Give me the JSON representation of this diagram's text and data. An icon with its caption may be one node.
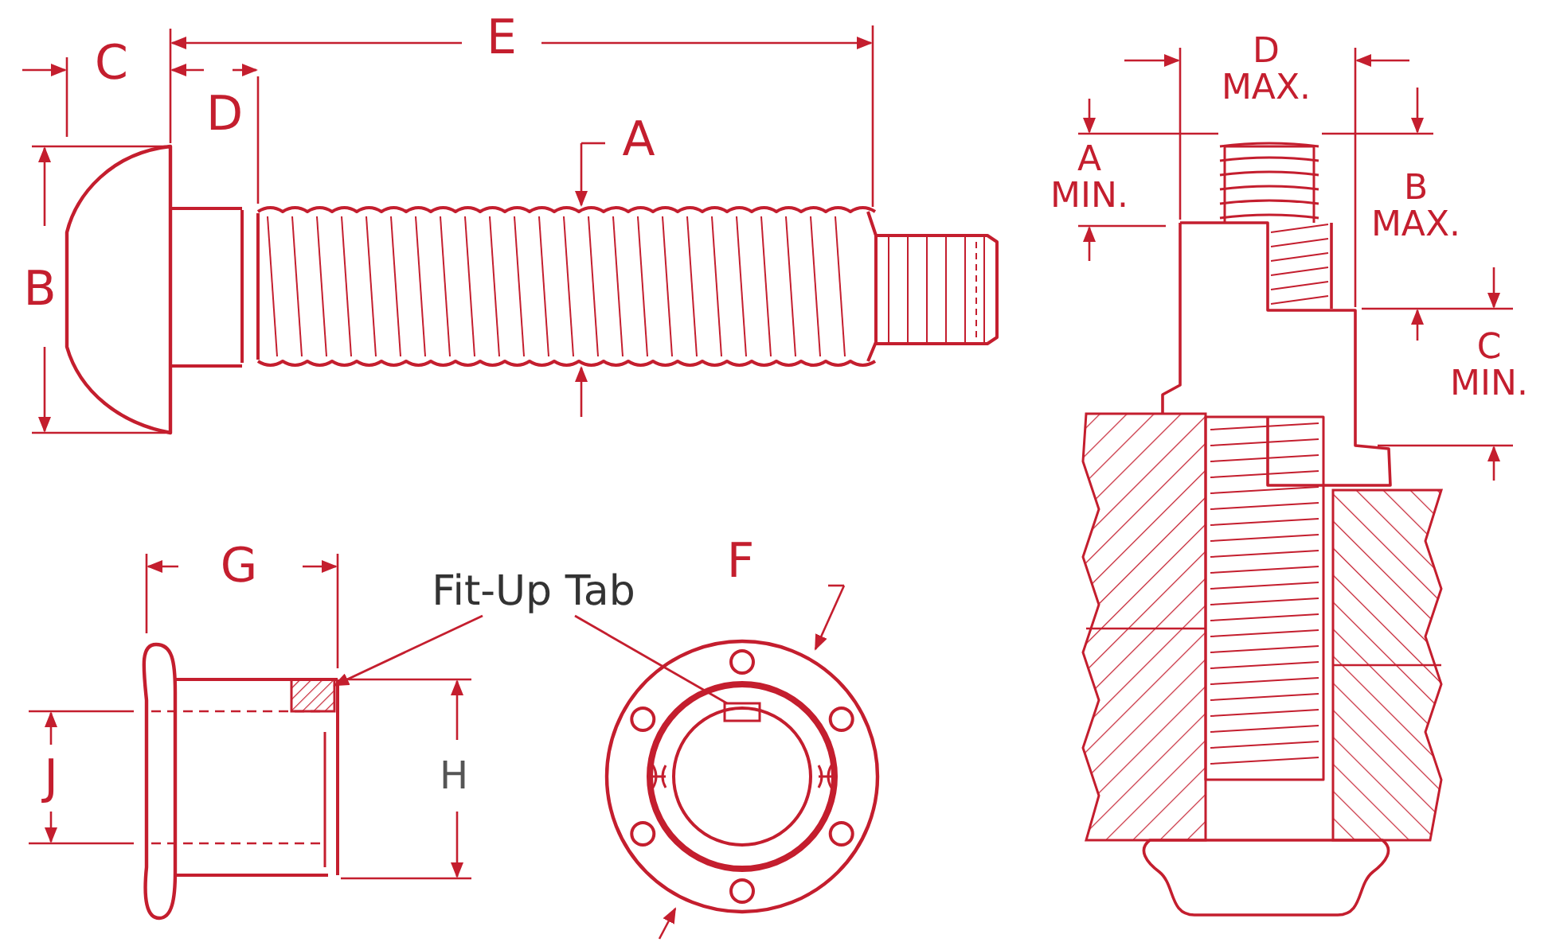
{
  "diagram": {
    "nodes": [
      {
        "text": [
          "Fit-Up Tab"
        ]
      },
      {
        "text": [],
        "shape": "box"
      },
      {
        "text": [],
        "shape": "box"
      }
    ],
    "edges": [
      {
        "from": 0,
        "to": 1,
        "arrow": "to"
      },
      {
        "from": 0,
        "to": 2,
        "arrow": "none"
      }
    ],
    "labels": [
      "C",
      "E",
      "D",
      "A",
      "B",
      "D MAX.",
      "A MIN.",
      "B MAX.",
      "C MIN.",
      "G",
      "F",
      "J",
      "H"
    ]
  }
}
